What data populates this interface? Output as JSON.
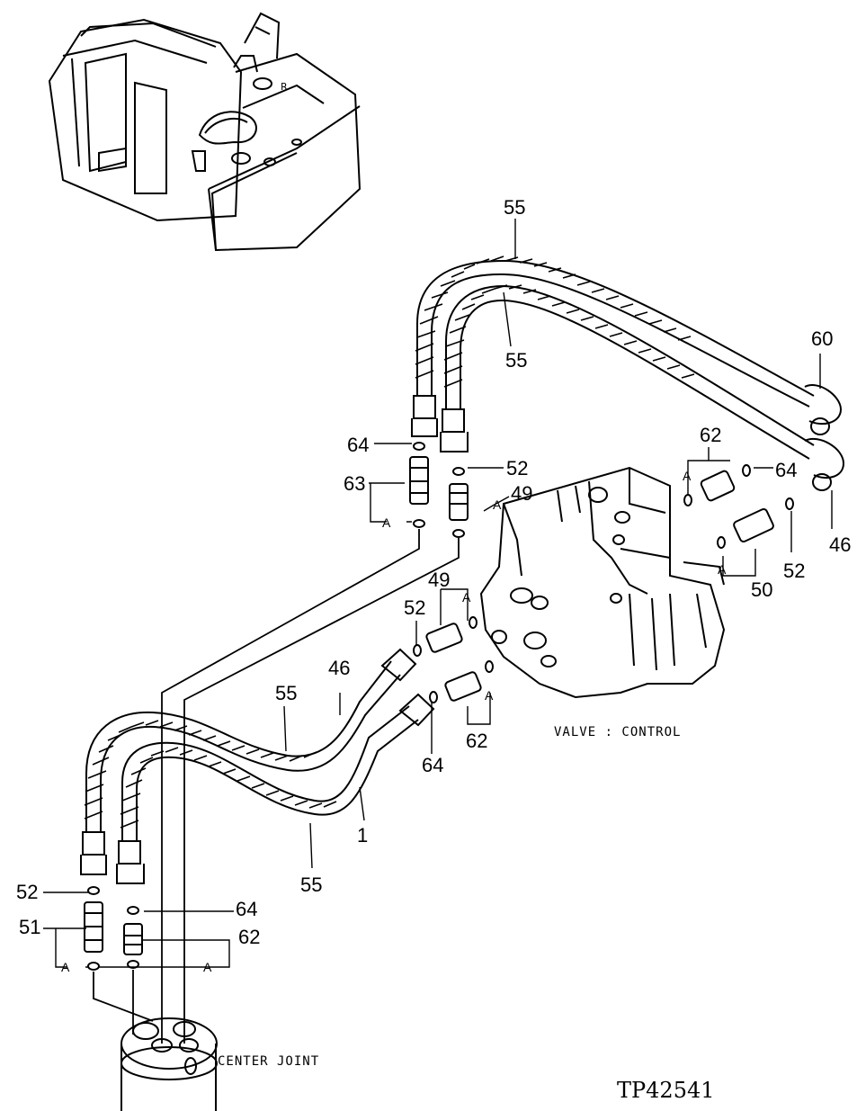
{
  "labels": {
    "l55_top": "55",
    "l55_mid": "55",
    "l60": "60",
    "l64_a": "64",
    "l52_a": "52",
    "l63": "63",
    "l49_a": "49",
    "l62_a": "62",
    "l64_b": "64",
    "l46_a": "46",
    "l52_b": "52",
    "l50": "50",
    "l49_b": "49",
    "l52_c": "52",
    "l46_b": "46",
    "l55_left": "55",
    "l64_c": "64",
    "l62_b": "62",
    "l1": "1",
    "l55_bottom": "55",
    "l52_d": "52",
    "l64_d": "64",
    "l51": "51",
    "l62_c": "62"
  },
  "a_marks": {
    "a1": "A",
    "a2": "A",
    "a3": "A",
    "a4": "A",
    "a5": "A",
    "a6": "A",
    "a7": "A",
    "a8": "A"
  },
  "captions": {
    "valve_control": "VALVE : CONTROL",
    "center_joint": "CENTER JOINT"
  },
  "reference": "TP42541"
}
